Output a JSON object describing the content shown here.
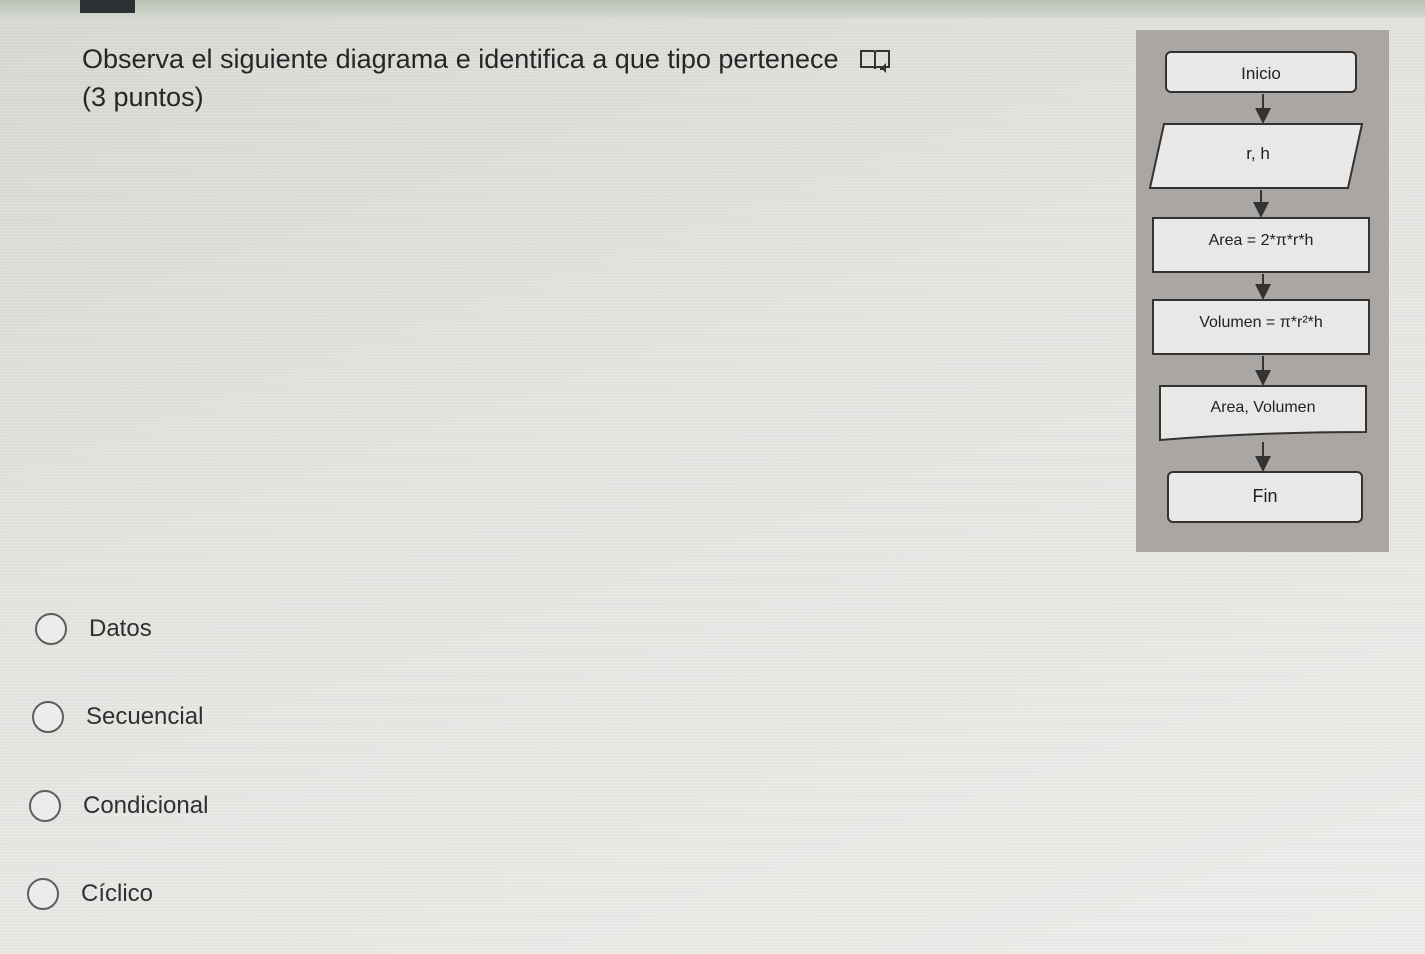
{
  "question": {
    "text": "Observa el siguiente diagrama  e identifica a que tipo pertenece",
    "points": "(3 puntos)",
    "icon": "immersive-reader-icon"
  },
  "flowchart": {
    "start": "Inicio",
    "input": "r, h",
    "process_area": "Area = 2*π*r*h",
    "process_volume": "Volumen = π*r²*h",
    "output": "Area, Volumen",
    "end": "Fin"
  },
  "options": [
    {
      "label": "Datos"
    },
    {
      "label": "Secuencial"
    },
    {
      "label": "Condicional"
    },
    {
      "label": "Cíclico"
    }
  ],
  "colors": {
    "background": "#e2e3df",
    "diagram_panel": "#a9a6a4",
    "text": "#262626"
  }
}
